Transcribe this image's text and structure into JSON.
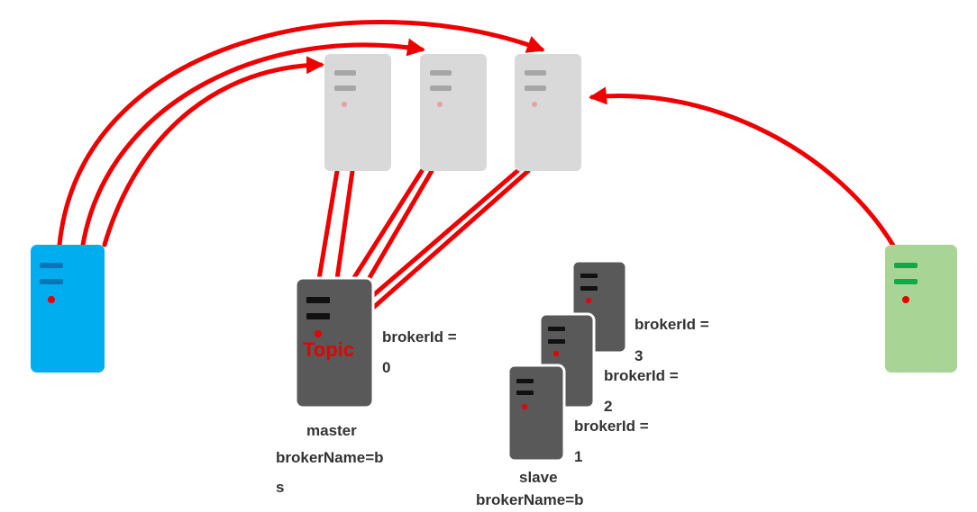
{
  "colors": {
    "arrow": "#ee0000",
    "producer": "#00adef",
    "producer_bar": "#0b73b8",
    "consumer": "#a8d596",
    "consumer_bar": "#11a84a",
    "nameserver": "#d9d9d9",
    "nameserver_bar": "#a6a6a6",
    "broker": "#595959",
    "broker_bar": "#111111",
    "dot": "#e60000"
  },
  "icons": {
    "producer": "server-icon",
    "consumer": "server-icon",
    "nameserver": "server-icon",
    "broker": "server-icon"
  },
  "master": {
    "topic_label": "Topic",
    "broker_id_line1": "brokerId =",
    "broker_id_line2": "0",
    "role": "master",
    "broker_name_line1": "brokerName=b",
    "broker_name_line2": "s"
  },
  "slaves": [
    {
      "broker_id_line1": "brokerId =",
      "broker_id_line2": "3"
    },
    {
      "broker_id_line1": "brokerId =",
      "broker_id_line2": "2"
    },
    {
      "broker_id_line1": "brokerId =",
      "broker_id_line2": "1"
    }
  ],
  "slave_group": {
    "role": "slave",
    "broker_name": "brokerName=b"
  }
}
